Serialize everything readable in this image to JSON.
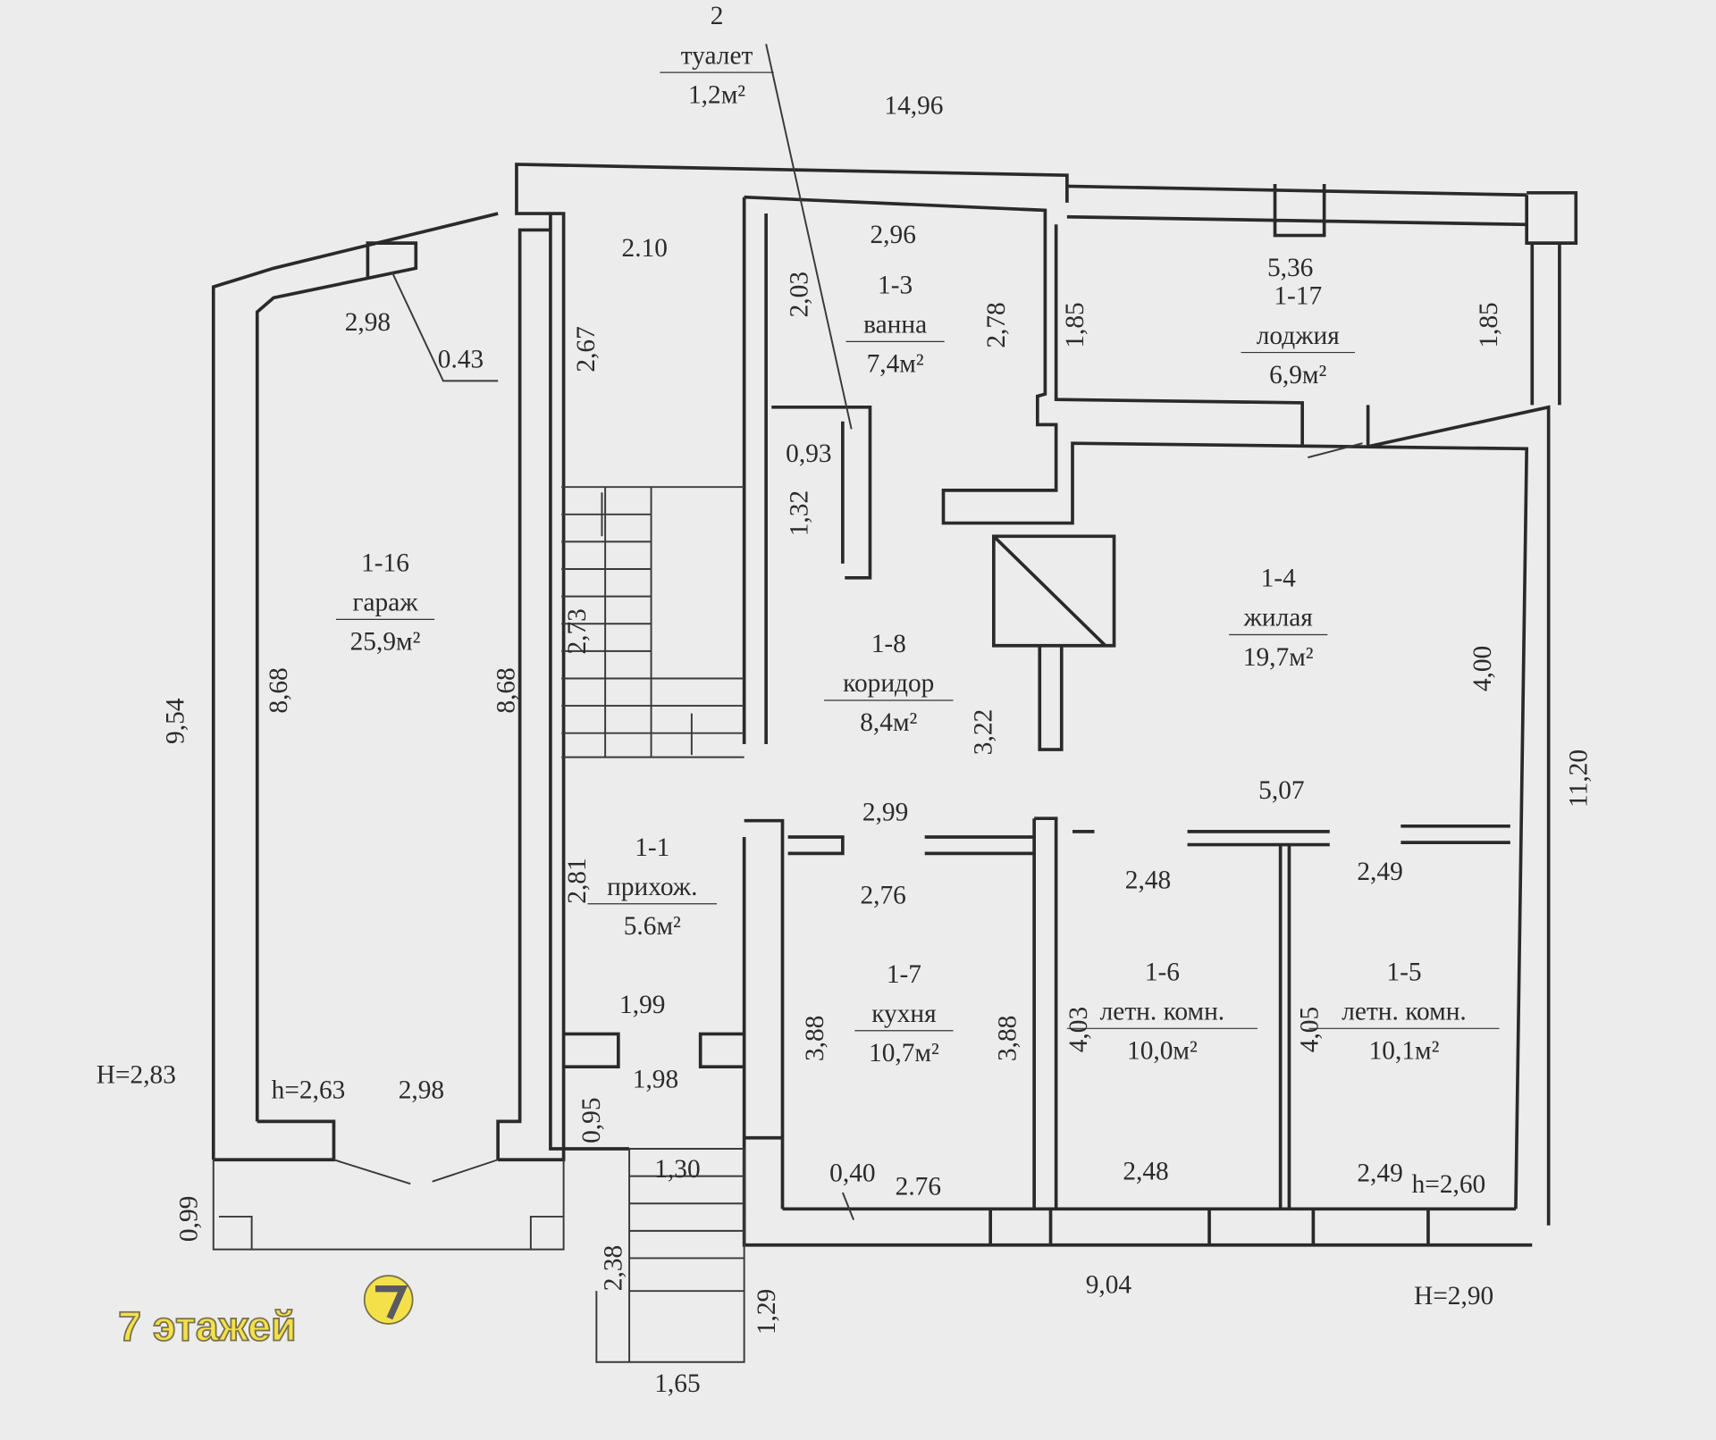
{
  "rooms": [
    {
      "number": "1-16",
      "name": "гараж",
      "area": "25,9м²"
    },
    {
      "number": "1-3",
      "name": "ванна",
      "area": "7,4м²"
    },
    {
      "number": "1-17",
      "name": "лоджия",
      "area": "6,9м²"
    },
    {
      "number": "2",
      "name": "туалет",
      "area": "1,2м²"
    },
    {
      "number": "1-4",
      "name": "жилая",
      "area": "19,7м²"
    },
    {
      "number": "1-8",
      "name": "коридор",
      "area": "8,4м²"
    },
    {
      "number": "1-1",
      "name": "прихож.",
      "area": "5.6м²"
    },
    {
      "number": "1-7",
      "name": "кухня",
      "area": "10,7м²"
    },
    {
      "number": "1-6",
      "name": "летн. комн.",
      "area": "10,0м²"
    },
    {
      "number": "1-5",
      "name": "летн. комн.",
      "area": "10,1м²"
    }
  ],
  "dimensions": [
    "14,96",
    "2.10",
    "2,96",
    "5,36",
    "2,98",
    "0.43",
    "2,67",
    "2,03",
    "2,78",
    "1,85",
    "1,85",
    "0,93",
    "1,32",
    "2,73",
    "9,54",
    "8,68",
    "8,68",
    "3,22",
    "4,00",
    "11,20",
    "5,07",
    "2,99",
    "2,81",
    "2,48",
    "2,49",
    "2,76",
    "1,99",
    "3,88",
    "3,88",
    "4,03",
    "4,05",
    "H=2,83",
    "h=2,63",
    "2,98",
    "1,98",
    "0,95",
    "1,30",
    "0,40",
    "2.76",
    "2,48",
    "2,49",
    "h=2,60",
    "0,99",
    "2,38",
    "1,29",
    "9,04",
    "H=2,90",
    "1,65"
  ],
  "watermark": {
    "text": "7 этажей",
    "logo": "7"
  }
}
